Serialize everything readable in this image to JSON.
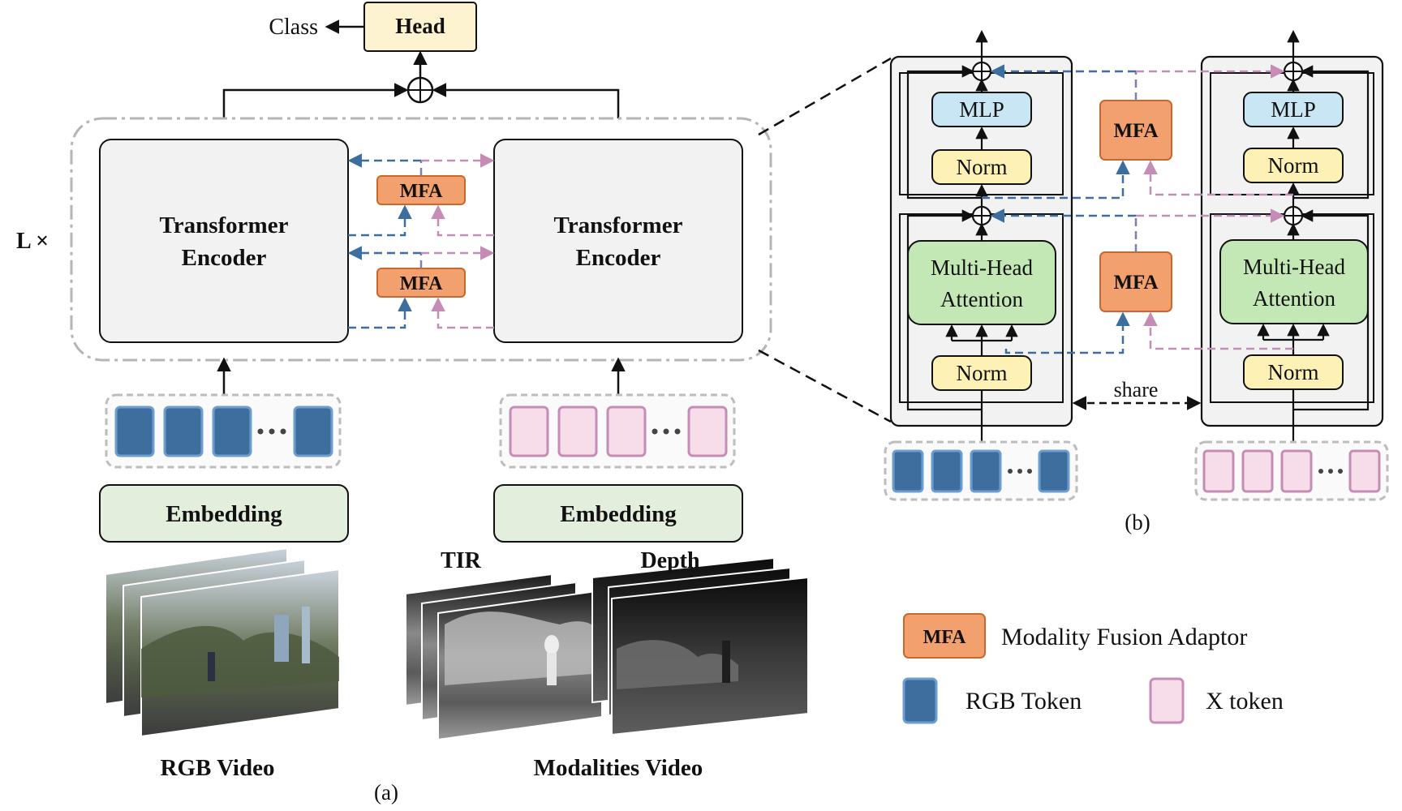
{
  "panel_a": {
    "label": "(a)",
    "layers_label": "L ×",
    "head_label": "Head",
    "class_label": "Class",
    "encoder_rgb": [
      "Transformer",
      "Encoder"
    ],
    "encoder_x": [
      "Transformer",
      "Encoder"
    ],
    "mfa_top": "MFA",
    "mfa_bottom": "MFA",
    "embedding_rgb": "Embedding",
    "embedding_x": "Embedding",
    "tir_label": "TIR",
    "depth_label": "Depth",
    "rgb_video_label": "RGB Video",
    "modalities_video_label": "Modalities Video"
  },
  "panel_b": {
    "label": "(b)",
    "mlp_left": "MLP",
    "mlp_right": "MLP",
    "norm_top_left": "Norm",
    "norm_top_right": "Norm",
    "mha_left": [
      "Multi-Head",
      "Attention"
    ],
    "mha_right": [
      "Multi-Head",
      "Attention"
    ],
    "norm_bottom_left": "Norm",
    "norm_bottom_right": "Norm",
    "mfa_top": "MFA",
    "mfa_bottom": "MFA",
    "share_label": "share"
  },
  "legend": {
    "mfa_box": "MFA",
    "mfa_text": "Modality Fusion Adaptor",
    "rgb_token_text": "RGB Token",
    "x_token_text": "X token"
  },
  "colors": {
    "rgb_token": "#3d6e9e",
    "x_token": "#f6dde9",
    "mfa": "#f2a06e",
    "head": "#fdf3d0",
    "embedding": "#e3efdc",
    "mlp": "#c9e6f5",
    "norm": "#fdf1b6",
    "mha": "#c3e8b5",
    "encoder": "#f2f2f2",
    "blue_line": "#3d6e9e",
    "pink_line": "#c58db5"
  }
}
